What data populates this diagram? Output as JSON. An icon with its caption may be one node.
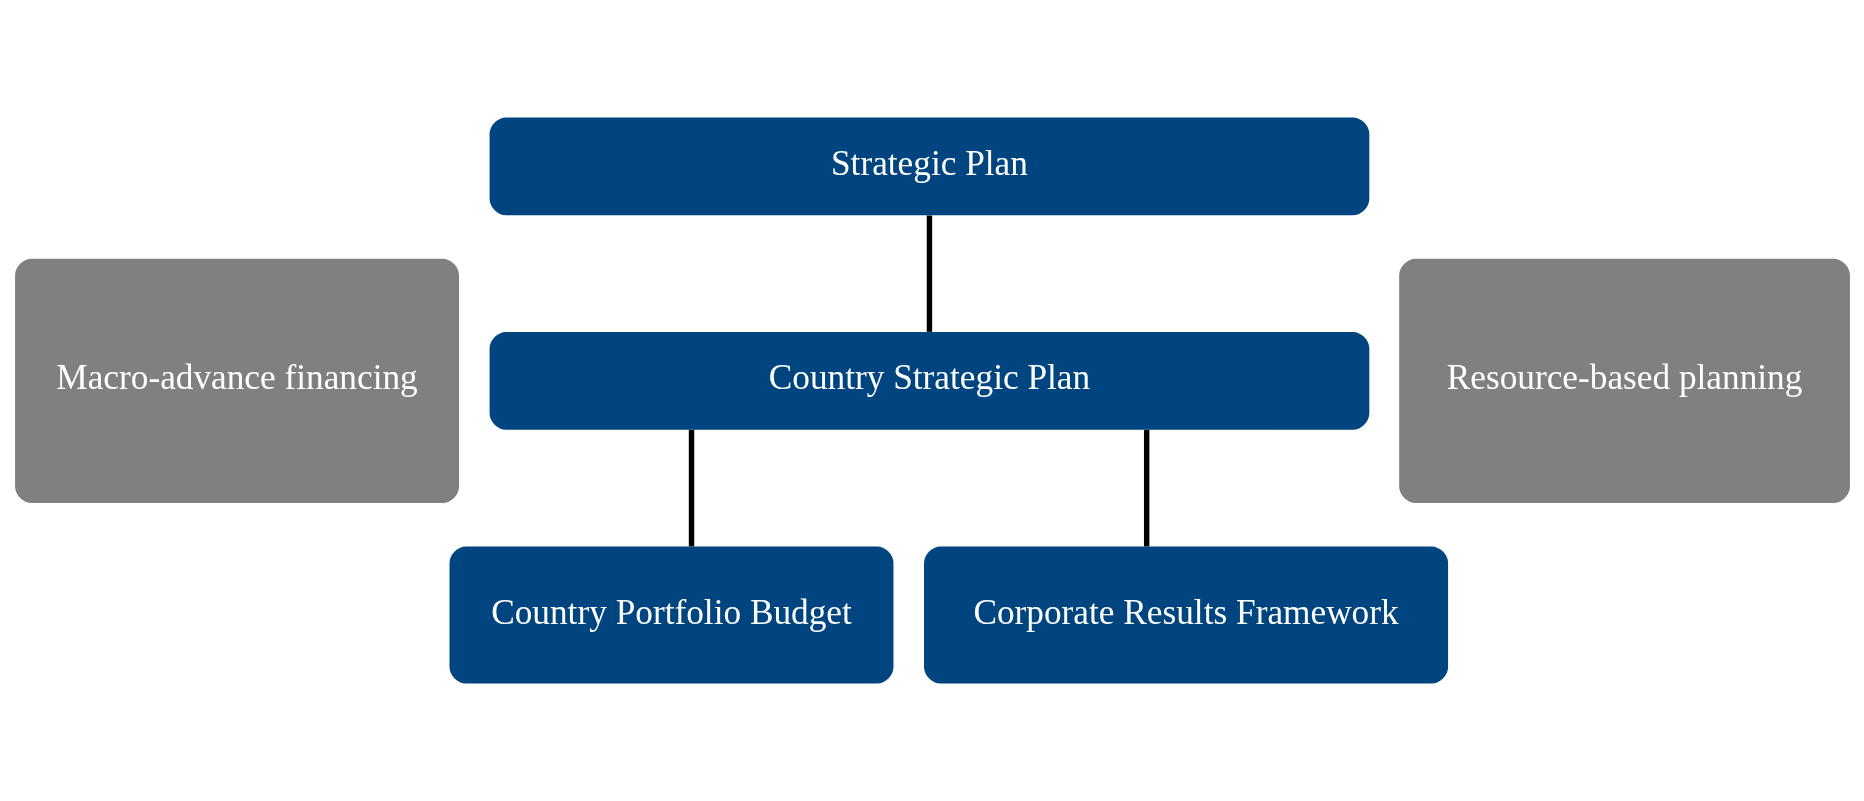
{
  "diagram": {
    "nodes": [
      {
        "text": [
          "Strategic Plan"
        ]
      },
      {
        "text": [
          "Macro-advance financing"
        ]
      },
      {
        "text": [
          "Country Strategic Plan"
        ]
      },
      {
        "text": [
          "Resource-based planning"
        ]
      },
      {
        "text": [
          "Country Portfolio Budget"
        ]
      },
      {
        "text": [
          "Corporate Results Framework"
        ]
      }
    ],
    "edges": [
      {
        "from": 0,
        "to": 2,
        "arrow": "none"
      },
      {
        "from": 2,
        "to": 4,
        "arrow": "none"
      },
      {
        "from": 2,
        "to": 5,
        "arrow": "none"
      }
    ]
  }
}
